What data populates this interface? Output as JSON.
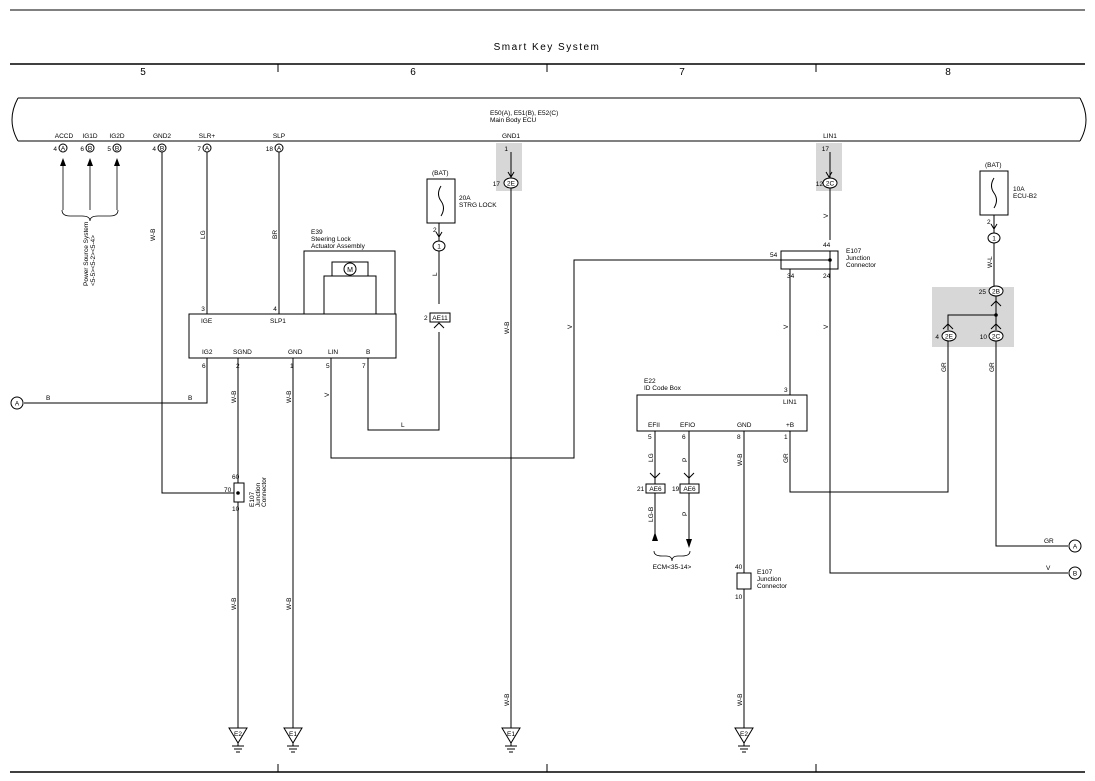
{
  "title": "Smart Key System",
  "columns": [
    "5",
    "6",
    "7",
    "8"
  ],
  "main_ecu": {
    "line1": "E50(A), E51(B), E52(C)",
    "line2": "Main Body ECU"
  },
  "ecu_pins": [
    {
      "id": "acc",
      "name": "ACCD",
      "num": "4",
      "conn": "A"
    },
    {
      "id": "ig1",
      "name": "IG1D",
      "num": "6",
      "conn": "B"
    },
    {
      "id": "ig2",
      "name": "IG2D",
      "num": "5",
      "conn": "B"
    },
    {
      "id": "gnd2",
      "name": "GND2",
      "num": "4",
      "conn": "B"
    },
    {
      "id": "slr",
      "name": "SLR+",
      "num": "7",
      "conn": "A"
    },
    {
      "id": "slp",
      "name": "SLP",
      "num": "18",
      "conn": "A"
    },
    {
      "id": "gnd1",
      "name": "GND1",
      "num": "1",
      "conn": ""
    },
    {
      "id": "lin1",
      "name": "LIN1",
      "num": "17",
      "conn": ""
    }
  ],
  "power_source": {
    "line1": "Power Source System",
    "line2": "<5-5><5-2><5-4>"
  },
  "steering_lock": {
    "line1": "E39",
    "line2": "Steering Lock",
    "line3": "Actuator Assembly",
    "motor": "M",
    "top_pins": [
      {
        "num": "3",
        "name": "IGE"
      },
      {
        "num": "4",
        "name": "SLP1"
      }
    ],
    "bottom_pins": [
      {
        "num": "6",
        "name": "IG2"
      },
      {
        "num": "2",
        "name": "SGND"
      },
      {
        "num": "1",
        "name": "GND"
      },
      {
        "num": "5",
        "name": "LIN"
      },
      {
        "num": "7",
        "name": "B"
      }
    ]
  },
  "fuse_strg": {
    "bat": "(BAT)",
    "amp": "20A",
    "name": "STRG LOCK",
    "pin": "2",
    "conn": "1",
    "ae": "AE11",
    "ae_pin": "2"
  },
  "fuse_ecu": {
    "bat": "(BAT)",
    "amp": "10A",
    "name": "ECU-B2",
    "pin": "2",
    "conn": "1"
  },
  "conn_2e_a": {
    "pin": "17",
    "label": "2E"
  },
  "conn_2c": {
    "pin": "12",
    "label": "2C"
  },
  "conn_2b": {
    "pin": "25",
    "label": "2B"
  },
  "conn_2e_b": {
    "pin": "4",
    "label": "2E"
  },
  "conn_2c_b": {
    "pin": "10",
    "label": "2C"
  },
  "jc_a": {
    "name": "E107",
    "line2": "Junction",
    "line3": "Connector",
    "pins": [
      "54",
      "44",
      "34",
      "24"
    ]
  },
  "jc_b": {
    "name": "E107",
    "line2": "Junction",
    "line3": "Connector",
    "pins": [
      "60",
      "70",
      "10"
    ]
  },
  "jc_c": {
    "name": "E107",
    "line2": "Junction",
    "line3": "Connector",
    "pins": [
      "40",
      "10"
    ]
  },
  "id_box": {
    "line1": "E22",
    "line2": "ID Code Box",
    "top_pin": "3",
    "top_name": "LIN1",
    "pins": [
      {
        "num": "5",
        "name": "EFII"
      },
      {
        "num": "6",
        "name": "EFIO"
      },
      {
        "num": "8",
        "name": "GND"
      },
      {
        "num": "1",
        "name": "+B"
      }
    ]
  },
  "ae6": [
    {
      "pin": "21",
      "label": "AE6"
    },
    {
      "pin": "19",
      "label": "AE6"
    }
  ],
  "ecm": "ECM<35-14>",
  "grounds": [
    "E2",
    "E1",
    "E1",
    "E2"
  ],
  "wire_colors": {
    "wb": "W-B",
    "lg": "LG",
    "br": "BR",
    "b": "B",
    "l": "L",
    "v": "V",
    "gr": "GR",
    "wl": "W-L",
    "p": "P",
    "lgb": "LG-B"
  },
  "offpage": [
    {
      "letter": "A",
      "wire": "B"
    },
    {
      "letter": "A",
      "wire": "GR"
    },
    {
      "letter": "B",
      "wire": "V"
    }
  ]
}
